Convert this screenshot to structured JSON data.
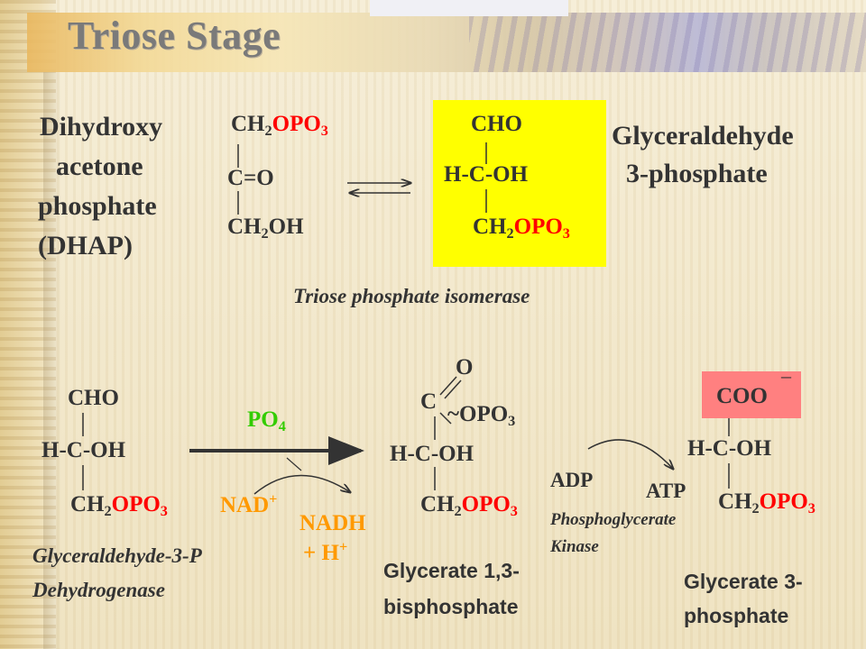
{
  "title": "Triose Stage",
  "step1": {
    "dhap_name": [
      "Dihydroxy",
      "acetone",
      "phosphate",
      "(DHAP)"
    ],
    "dhap": {
      "row1_prefix": "CH",
      "row1_sub": "2",
      "row1_group": "OPO",
      "row1_group_sub": "3",
      "row2": "C=O",
      "row3_prefix": "CH",
      "row3_sub": "2",
      "row3_suffix": "OH"
    },
    "g3p": {
      "row1": "CHO",
      "row2": "H-C-OH",
      "row3_prefix": "CH",
      "row3_sub": "2",
      "row3_group": "OPO",
      "row3_group_sub": "3"
    },
    "g3p_name": [
      "Glyceraldehyde",
      "3-phosphate"
    ],
    "enzyme": "Triose phosphate isomerase"
  },
  "step2": {
    "g3p": {
      "row1": "CHO",
      "row2": "H-C-OH",
      "row3_prefix": "CH",
      "row3_sub": "2",
      "row3_group": "OPO",
      "row3_group_sub": "3"
    },
    "po4": {
      "text": "PO",
      "sub": "4"
    },
    "nad": {
      "text": "NAD",
      "sup": "+"
    },
    "nadh": {
      "line1": "NADH",
      "line2": "+ H",
      "line2_sup": "+"
    },
    "enzyme": [
      "Glyceraldehyde-3-P",
      "Dehydrogenase"
    ],
    "bpg": {
      "o": "O",
      "c": "C",
      "opo": "~OPO",
      "opo_sub": "3",
      "row2": "H-C-OH",
      "row3_prefix": "CH",
      "row3_sub": "2",
      "row3_group": "OPO",
      "row3_group_sub": "3"
    },
    "bpg_name": [
      "Glycerate 1,3-",
      "bisphosphate"
    ]
  },
  "step3": {
    "adp": "ADP",
    "atp": "ATP",
    "enzyme": [
      "Phosphoglycerate",
      "Kinase"
    ],
    "pg": {
      "row1": "COO",
      "charge": "–",
      "row2": "H-C-OH",
      "row3_prefix": "CH",
      "row3_sub": "2",
      "row3_group": "OPO",
      "row3_group_sub": "3"
    },
    "pg_name": [
      "Glycerate 3-",
      "phosphate"
    ]
  },
  "colors": {
    "text": "#333333",
    "phosphate": "#ff0000",
    "cofactor_nad": "#ff9900",
    "phosphate_reagent": "#33cc00",
    "highlight_g3p": "#ffff00",
    "highlight_carboxylate": "#ff8080"
  }
}
